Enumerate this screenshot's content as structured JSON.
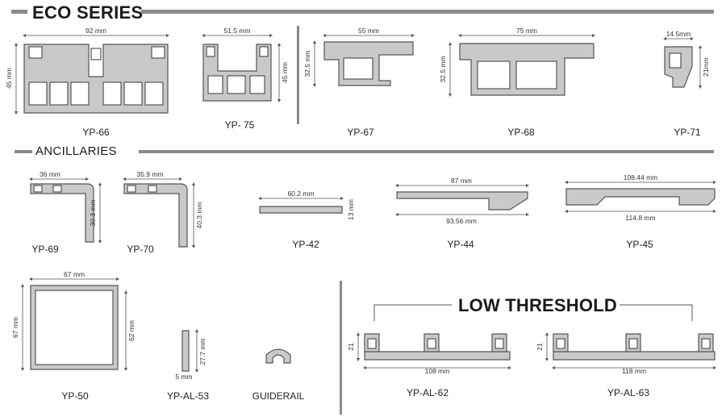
{
  "sections": {
    "eco_series": "ECO SERIES",
    "ancillaries": "ANCILLARIES",
    "low_threshold": "LOW THRESHOLD"
  },
  "profiles": {
    "yp66": {
      "name": "YP-66",
      "width": "92 mm",
      "height": "45 mm"
    },
    "yp75": {
      "name": "YP- 75",
      "width": "51.5 mm",
      "height": "45 mm"
    },
    "yp67": {
      "name": "YP-67",
      "width": "55 mm",
      "height": "32.5 mm"
    },
    "yp68": {
      "name": "YP-68",
      "width": "75 mm",
      "height": "32.5 mm"
    },
    "yp71": {
      "name": "YP-71",
      "width": "14.5mm",
      "height": "21mm"
    },
    "yp69": {
      "name": "YP-69",
      "width": "36 mm",
      "height": "30.3 mm"
    },
    "yp70": {
      "name": "YP-70",
      "width": "35.9 mm",
      "height": "40.3 mm"
    },
    "yp42": {
      "name": "YP-42",
      "width": "60.2 mm",
      "height": "13 mm"
    },
    "yp44": {
      "name": "YP-44",
      "top": "87 mm",
      "bottom": "93.56 mm"
    },
    "yp45": {
      "name": "YP-45",
      "top": "108.44 mm",
      "bottom": "114.8 mm"
    },
    "yp50": {
      "name": "YP-50",
      "width": "67 mm",
      "height_left": "67 mm",
      "height_right": "62 mm"
    },
    "ypal53": {
      "name": "YP-AL-53",
      "width": "5 mm",
      "height": "27.7 mm"
    },
    "guiderail": {
      "name": "GUIDERAIL"
    },
    "ypal62": {
      "name": "YP-AL-62",
      "width": "108 mm",
      "height": "21"
    },
    "ypal63": {
      "name": "YP-AL-63",
      "width": "118 mm",
      "height": "21"
    }
  },
  "colors": {
    "profile_fill": "#c9c9c9",
    "profile_stroke": "#555555",
    "bar": "#8a8a8a",
    "dim": "#555555"
  }
}
